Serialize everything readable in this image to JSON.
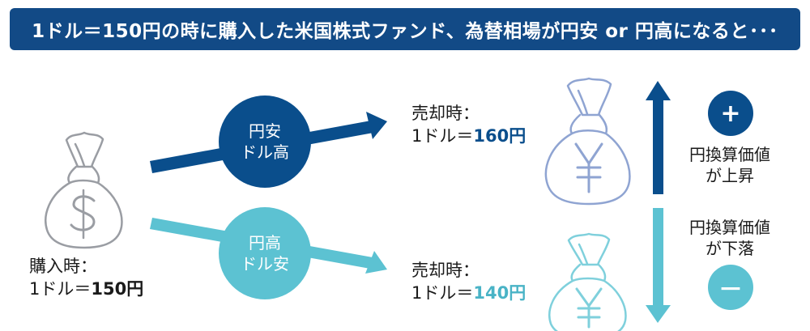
{
  "header": {
    "title": "1ドル＝150円の時に購入した米国株式ファンド、為替相場が円安 or 円高になると･･･"
  },
  "purchase": {
    "label": "購入時：",
    "rate_prefix": "1ドル＝",
    "rate_value": "150円"
  },
  "weak_yen": {
    "circle_line1": "円安",
    "circle_line2": "ドル高",
    "sale_label": "売却時：",
    "rate_prefix": "1ドル＝",
    "rate_value": "160円",
    "value_line1": "円換算価値",
    "value_line2": "が上昇",
    "sign": "+"
  },
  "strong_yen": {
    "circle_line1": "円高",
    "circle_line2": "ドル安",
    "sale_label": "売却時：",
    "rate_prefix": "1ドル＝",
    "rate_value": "140円",
    "value_line1": "円換算価値",
    "value_line2": "が下落",
    "sign": "－"
  },
  "icons": {
    "dollar_bag": "dollar-money-bag-icon",
    "yen_bag": "yen-money-bag-icon"
  },
  "colors": {
    "navy": "#0a4e8c",
    "teal": "#5cc2d2",
    "header": "#124a86",
    "bag_gray": "#9a9da3",
    "bag_blue": "#8fa4d2",
    "bag_teal": "#7fd0dc",
    "up_value": "#0a4e8c",
    "down_value": "#49b3c6"
  }
}
